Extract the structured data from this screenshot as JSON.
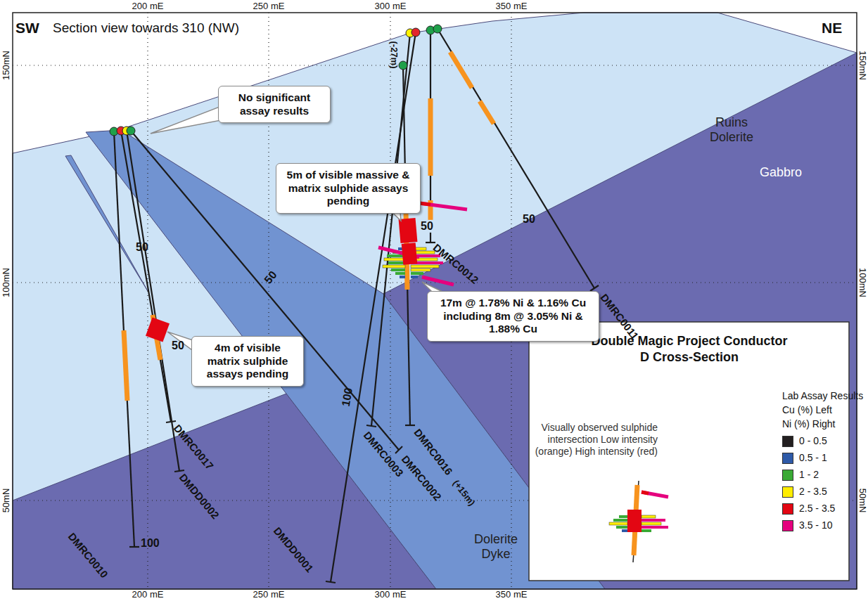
{
  "diagram": {
    "title": "Double Magic Project Conductor D Cross-Section",
    "nodes": [
      {
        "text": [
          "No significant assay results"
        ]
      },
      {
        "text": [
          "5m of visible massive & matrix sulphide assays pending"
        ]
      },
      {
        "text": [
          "17m @ 1.78% Ni & 1.16% Cu including 8m @ 3.05% Ni & 1.88% Cu"
        ]
      },
      {
        "text": [
          "4m of visible matrix sulphide assays pending"
        ]
      }
    ],
    "labels": [
      "SW",
      "Section view towards 310 (NW)",
      "NE",
      "200 mE",
      "250 mE",
      "300 mE",
      "350 mE",
      "200 mE",
      "250 mE",
      "300 mE",
      "350 mE",
      "150mN",
      "100mN",
      "50mN",
      "150mN",
      "100mN",
      "50mN",
      "Ruins Dolerite",
      "Gabbro",
      "Dolerite Dyke",
      "(-27m)",
      "DMRC0012",
      "DMRC0011",
      "DMRC0016",
      "(+15m)",
      "DMRC0003",
      "DMRC0002",
      "DMRC0017",
      "DMDD0002",
      "DMDD0001",
      "DMRC0010",
      "50",
      "100",
      "50",
      "50",
      "100",
      "50",
      "50",
      "Lab Assay Results",
      "Cu (%) Left",
      "Ni (%) Right"
    ],
    "legend": [
      {
        "text": "Visually observed sulphide intersection Low intensity (orange) High intensity (red)"
      },
      {
        "text": "0 - 0.5",
        "color": "#231f20"
      },
      {
        "text": "0.5 - 1",
        "color": "#2e5aa8"
      },
      {
        "text": "1 - 2",
        "color": "#3aaa35"
      },
      {
        "text": "2 - 3.5",
        "color": "#ffed00"
      },
      {
        "text": "2.5 - 3.5",
        "color": "#e30613"
      },
      {
        "text": "3.5 - 10",
        "color": "#e5007e"
      }
    ]
  }
}
